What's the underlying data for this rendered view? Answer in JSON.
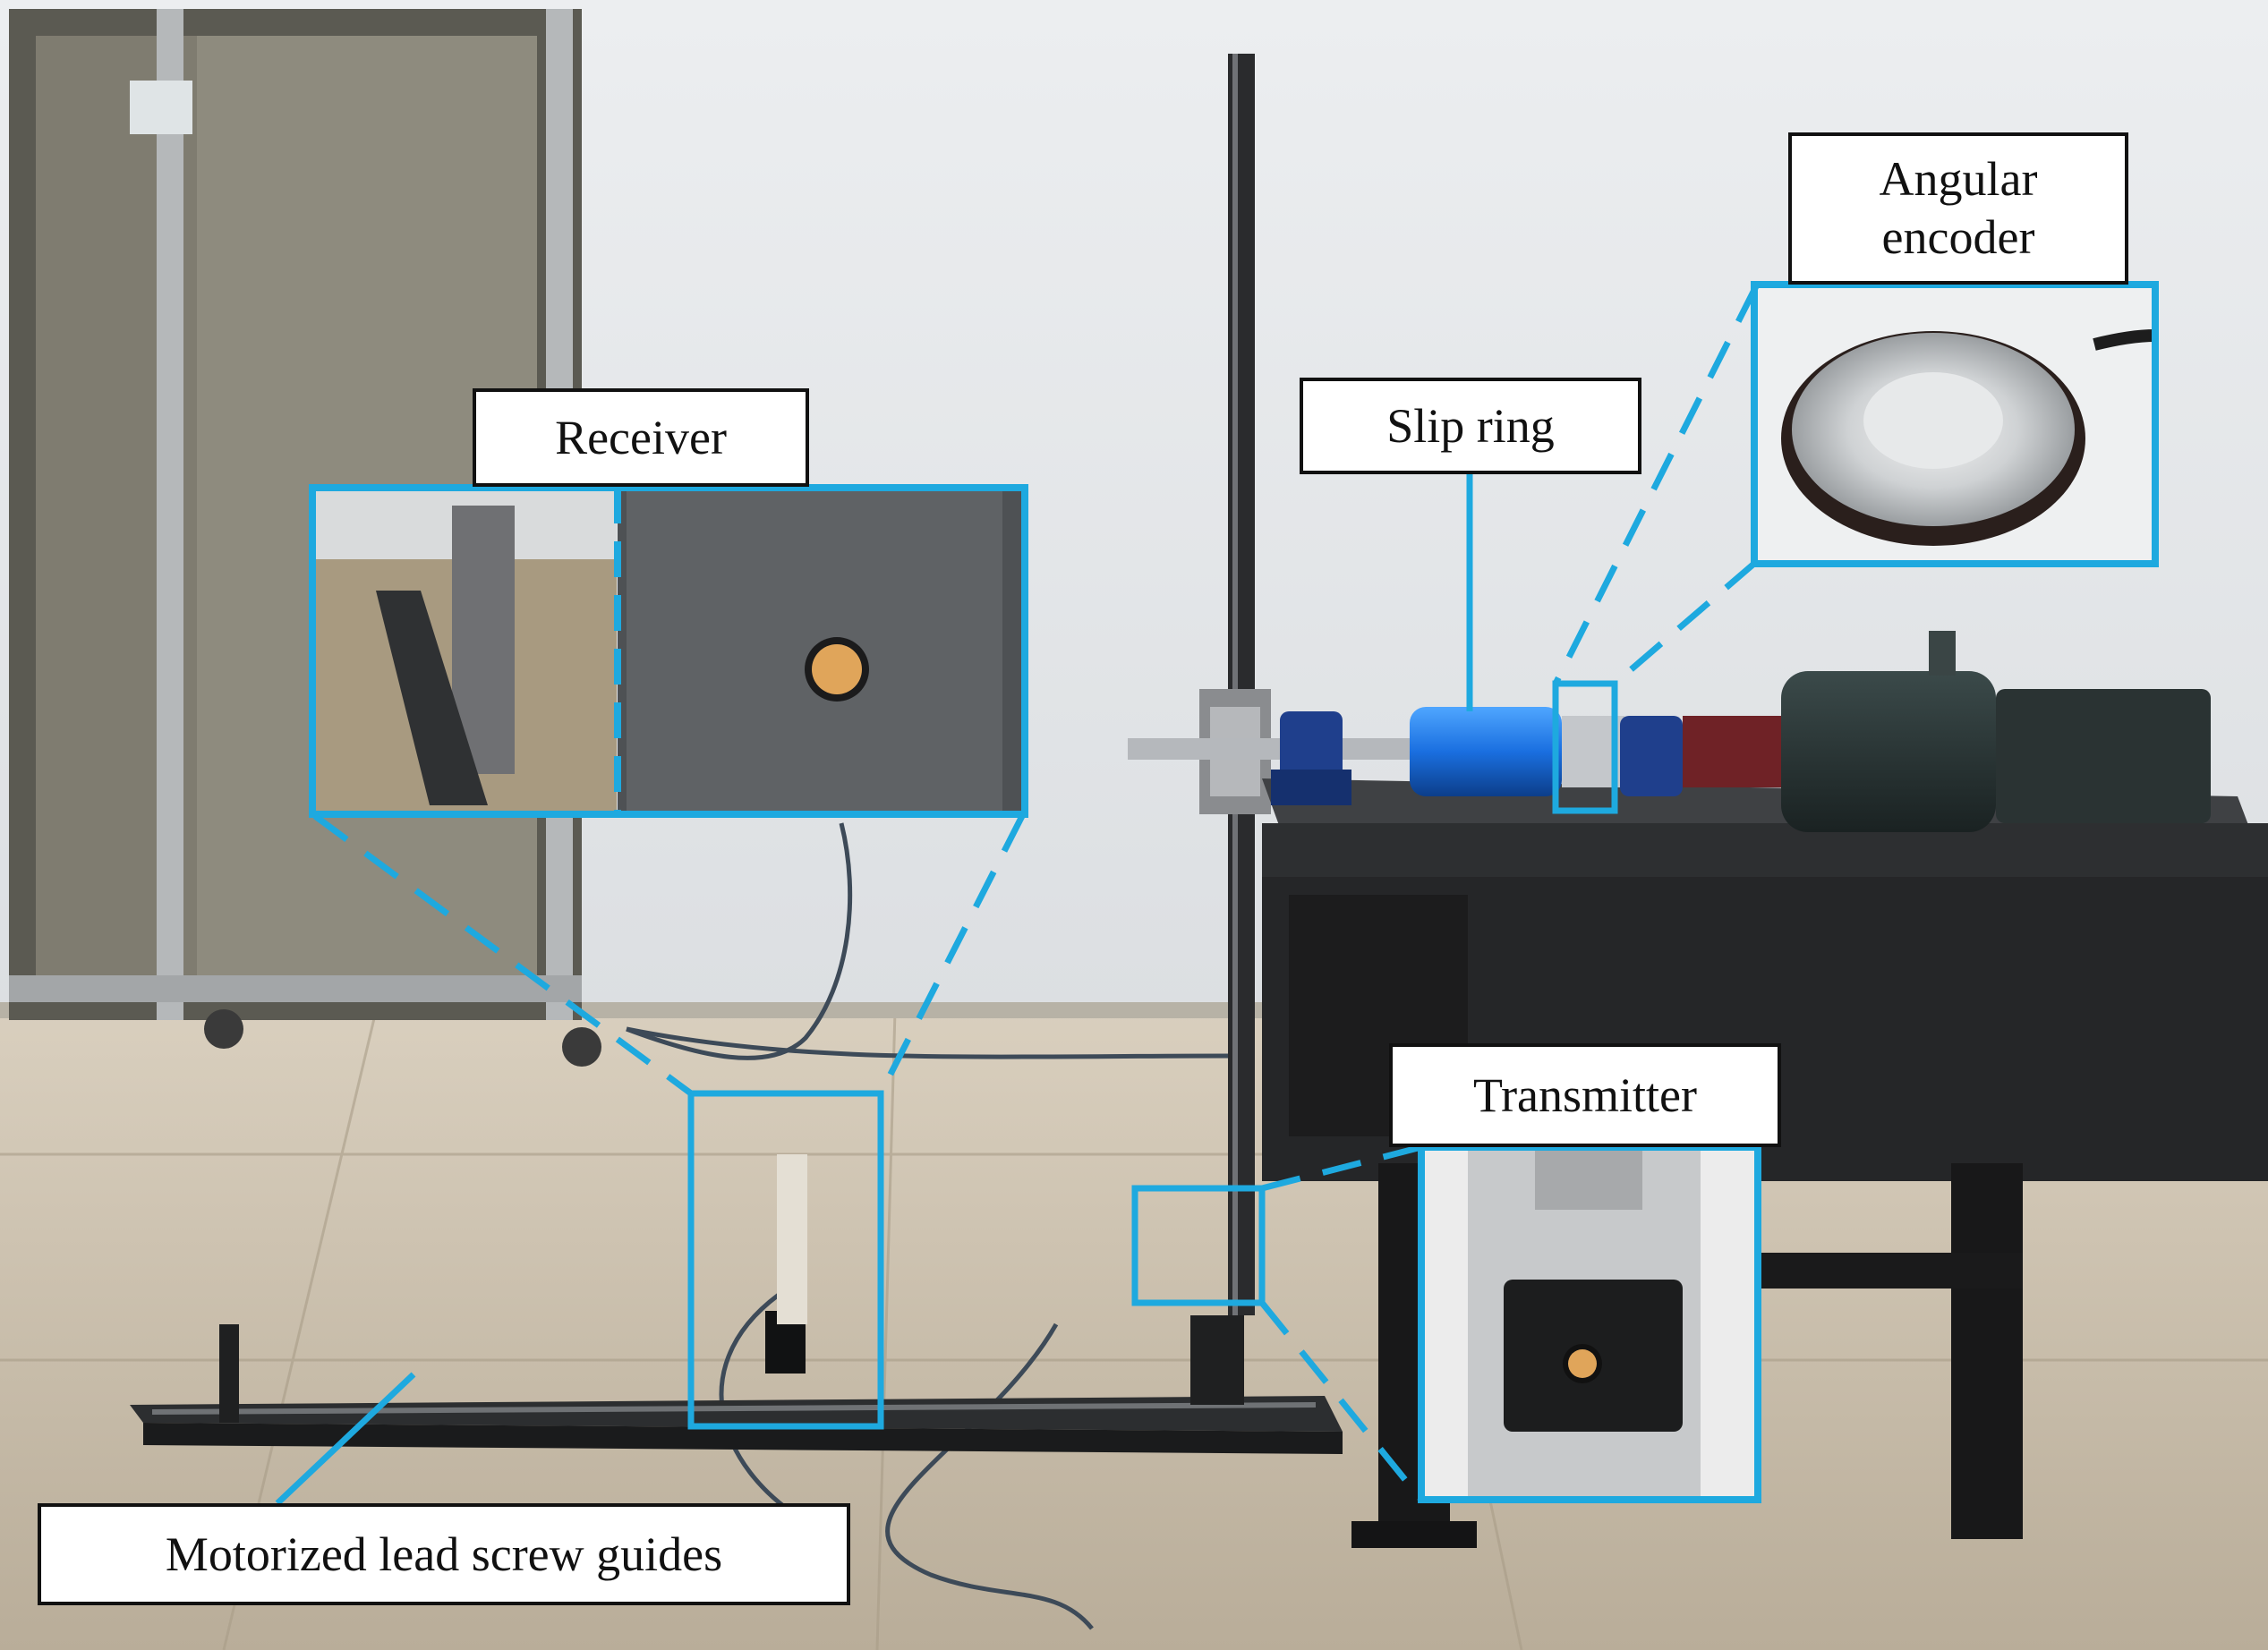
{
  "labels": {
    "receiver": "Receiver",
    "slip_ring": "Slip ring",
    "angular_encoder_line1": "Angular",
    "angular_encoder_line2": "encoder",
    "transmitter": "Transmitter",
    "lead_screw": "Motorized lead screw guides"
  },
  "colors": {
    "highlight": "#1ea9df",
    "label_border": "#111111",
    "label_bg": "#ffffff"
  }
}
